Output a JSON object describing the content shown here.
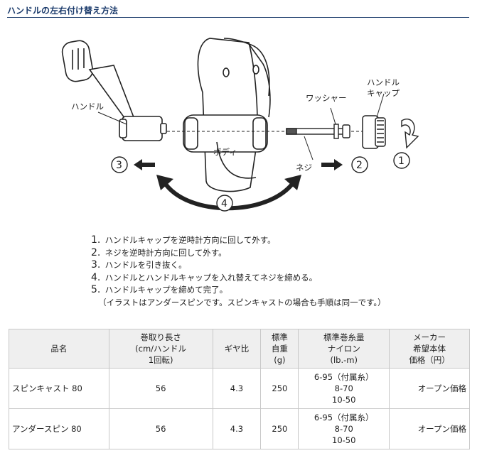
{
  "title": "ハンドルの左右付け替え方法",
  "diagram": {
    "labels": {
      "handle": "ハンドル",
      "washer": "ワッシャー",
      "handle_cap_line1": "ハンドル",
      "handle_cap_line2": "キャップ",
      "body": "ボディ",
      "screw": "ネジ"
    },
    "step_numbers": [
      "1",
      "2",
      "3",
      "4"
    ]
  },
  "steps": [
    {
      "num": "1.",
      "text": "ハンドルキャップを逆時計方向に回して外す。"
    },
    {
      "num": "2.",
      "text": "ネジを逆時計方向に回して外す。"
    },
    {
      "num": "3.",
      "text": "ハンドルを引き抜く。"
    },
    {
      "num": "4.",
      "text": "ハンドルとハンドルキャップを入れ替えてネジを締める。"
    },
    {
      "num": "5.",
      "text": "ハンドルキャップを締めて完了。"
    }
  ],
  "note": "（イラストはアンダースピンです。スピンキャストの場合も手順は同一です。）",
  "table": {
    "headers": {
      "name": "品名",
      "retrieve": [
        "巻取り長さ",
        "(cm/ハンドル",
        "1回転)"
      ],
      "gear": "ギヤ比",
      "weight": [
        "標準",
        "自重",
        "(g)"
      ],
      "line": [
        "標準巻糸量",
        "ナイロン",
        "(lb.-m)"
      ],
      "price": [
        "メーカー",
        "希望本体",
        "価格（円）"
      ]
    },
    "rows": [
      {
        "name": "スピンキャスト 80",
        "retrieve": "56",
        "gear": "4.3",
        "weight": "250",
        "line": [
          "6-95（付属糸）",
          "8-70",
          "10-50"
        ],
        "price": "オープン価格"
      },
      {
        "name": "アンダースピン 80",
        "retrieve": "56",
        "gear": "4.3",
        "weight": "250",
        "line": [
          "6-95（付属糸）",
          "8-70",
          "10-50"
        ],
        "price": "オープン価格"
      }
    ]
  }
}
